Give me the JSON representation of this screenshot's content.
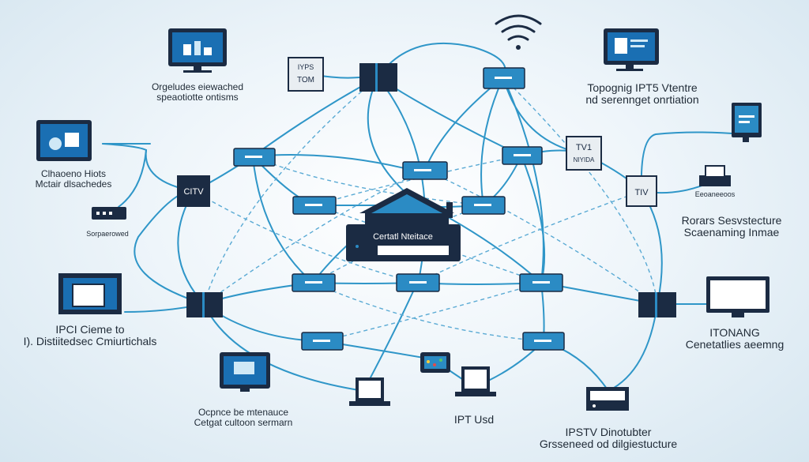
{
  "colors": {
    "link": "#2f96c8",
    "link_dashed": "#5aaad4",
    "node_dark": "#1b2b43",
    "node_blue": "#2b8bc4",
    "node_light": "#cfe8f6",
    "screen": "#1a6fb3",
    "background": "#e6f0f6"
  },
  "hub": {
    "label": "Certatl Nteitace"
  },
  "boxes": {
    "top_left": [
      "IYPS",
      "TOM"
    ],
    "tv1": [
      "TV1",
      "NIYIDA"
    ],
    "tiv": "TIV",
    "citv": "CITV"
  },
  "labels": {
    "top_left": [
      "Orgeludes eiewached",
      "speaotiotte ontisms"
    ],
    "left_upper": [
      "Clhaoeno Hiots",
      "Mctair dlsachedes"
    ],
    "left_mid_small": "Sorpaerowed",
    "left_lower": [
      "IPCI Cieme to",
      "I). Distiitedsec Cmiurtichals"
    ],
    "bottom_left": [
      "Ocpnce be mtenauce",
      "Cetgat cultoon sermarn"
    ],
    "bottom_center": "IPT Usd",
    "bottom_right": [
      "IPSTV Dinotubter",
      "Grsseneed od dilgiestucture"
    ],
    "right_lower": [
      "ITONANG",
      "Cenetatlies aeemng"
    ],
    "right_mid": [
      "Rorars Sesvstecture",
      "Scaenaming Inmae"
    ],
    "right_small": "Eeoaneeoos",
    "top_right": [
      "Topognig IPT5 Vtentre",
      "nd serennget onrtiation"
    ]
  }
}
